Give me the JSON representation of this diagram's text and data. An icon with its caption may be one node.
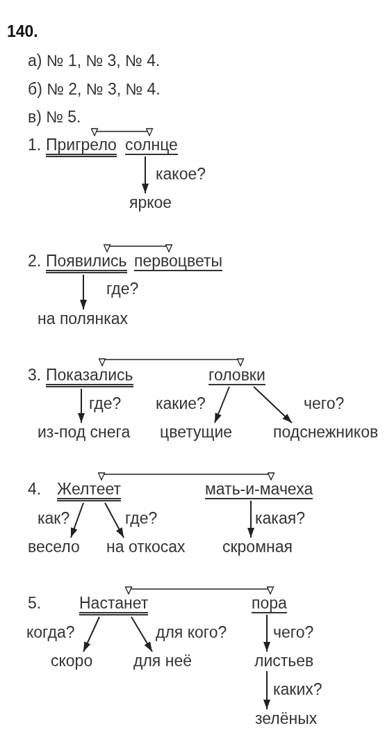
{
  "diagram": {
    "title": "140.",
    "nodes": [
      {
        "text": [
          "Пригрело"
        ]
      },
      {
        "text": [
          "солнце"
        ]
      },
      {
        "text": [
          "яркое"
        ]
      },
      {
        "text": [
          "Появились"
        ]
      },
      {
        "text": [
          "первоцветы"
        ]
      },
      {
        "text": [
          "на полянках"
        ]
      },
      {
        "text": [
          "Показались"
        ]
      },
      {
        "text": [
          "головки"
        ]
      },
      {
        "text": [
          "из-под снега"
        ]
      },
      {
        "text": [
          "цветущие"
        ]
      },
      {
        "text": [
          "подснежников"
        ]
      },
      {
        "text": [
          "Желтеет"
        ]
      },
      {
        "text": [
          "мать-и-мачеха"
        ]
      },
      {
        "text": [
          "весело"
        ]
      },
      {
        "text": [
          "на откосах"
        ]
      },
      {
        "text": [
          "скромная"
        ]
      },
      {
        "text": [
          "Настанет"
        ]
      },
      {
        "text": [
          "пора"
        ]
      },
      {
        "text": [
          "скоро"
        ]
      },
      {
        "text": [
          "для неё"
        ]
      },
      {
        "text": [
          "листьев"
        ]
      },
      {
        "text": [
          "зелёных"
        ]
      }
    ],
    "edges": [
      {
        "from": 0,
        "to": 1,
        "arrow": "both"
      },
      {
        "from": 1,
        "to": 2,
        "arrow": "to",
        "label": "какое?"
      },
      {
        "from": 3,
        "to": 4,
        "arrow": "both"
      },
      {
        "from": 3,
        "to": 5,
        "arrow": "to",
        "label": "где?"
      },
      {
        "from": 6,
        "to": 7,
        "arrow": "both"
      },
      {
        "from": 6,
        "to": 8,
        "arrow": "to",
        "label": "где?"
      },
      {
        "from": 7,
        "to": 9,
        "arrow": "to",
        "label": "какие?"
      },
      {
        "from": 7,
        "to": 10,
        "arrow": "to",
        "label": "чего?"
      },
      {
        "from": 11,
        "to": 12,
        "arrow": "both"
      },
      {
        "from": 11,
        "to": 13,
        "arrow": "to",
        "label": "как?"
      },
      {
        "from": 11,
        "to": 14,
        "arrow": "to",
        "label": "где?"
      },
      {
        "from": 12,
        "to": 15,
        "arrow": "to",
        "label": "какая?"
      },
      {
        "from": 16,
        "to": 17,
        "arrow": "both"
      },
      {
        "from": 16,
        "to": 18,
        "arrow": "to",
        "label": "когда?"
      },
      {
        "from": 16,
        "to": 19,
        "arrow": "to",
        "label": "для кого?"
      },
      {
        "from": 17,
        "to": 20,
        "arrow": "to",
        "label": "чего?"
      },
      {
        "from": 20,
        "to": 21,
        "arrow": "to",
        "label": "каких?"
      }
    ],
    "labels": [
      "а) № 1, № 3, № 4.",
      "б) № 2, № 3, № 4.",
      "в) № 5.",
      "1.",
      "2.",
      "3.",
      "4.",
      "5."
    ]
  }
}
